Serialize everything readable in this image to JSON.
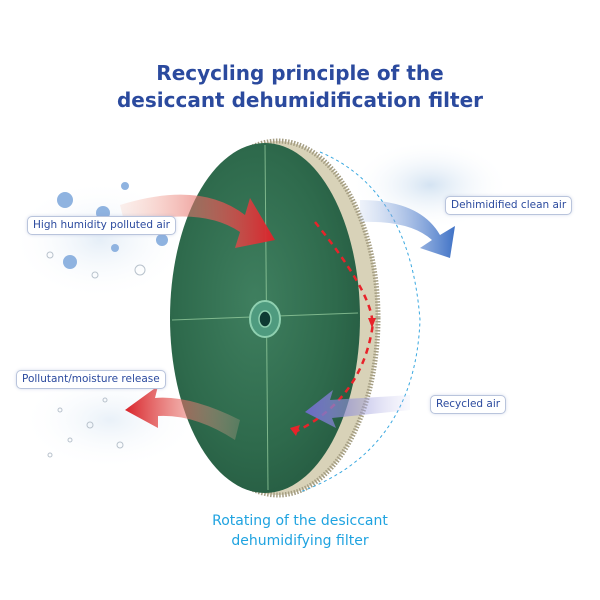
{
  "title": {
    "line1": "Recycling principle of the",
    "line2": "desiccant dehumidification filter"
  },
  "labels": {
    "inlet": "High humidity polluted air",
    "outlet": "Dehimidified clean air",
    "release": "Pollutant/moisture release",
    "recycled": "Recycled air"
  },
  "caption": {
    "line1": "Rotating of the desiccant",
    "line2": "dehumidifying filter"
  },
  "colors": {
    "title": "#2b4a9e",
    "caption": "#1fa3e0",
    "hot_arrow": "#d9232a",
    "cool_arrow": "#4a78c8",
    "disc": "#2f6b4f"
  }
}
